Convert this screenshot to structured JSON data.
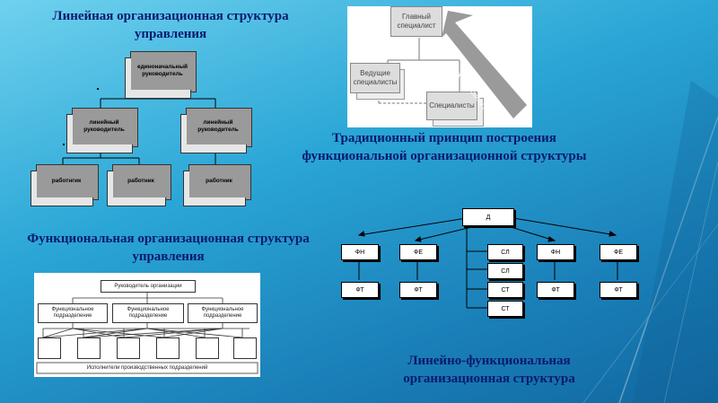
{
  "titles": {
    "linear": "Линейная организационная структура управления",
    "traditional": "Традиционный принцип построения функциональной организационной структуры",
    "functional": "Функциональная организационная структура управления",
    "linear_functional": "Линейно-функциональная организационная структура"
  },
  "linear": {
    "top": "единоначальный руководитель",
    "middle": [
      "линейный руководитель",
      "линейный руководитель"
    ],
    "bottom": [
      "работнгик",
      "работник",
      "работник"
    ]
  },
  "traditional": {
    "main": "Главный специалист",
    "lead": "Ведущие специалисты",
    "spec": "Специалисты",
    "arrow": "Движение снизу вверх"
  },
  "functional": {
    "head": "Руководитель организации",
    "units": [
      "Функциональное подразделение",
      "Функциональное подразделение",
      "Функциональное подразделение"
    ],
    "footer": "Исполнители производственных подразделений"
  },
  "linear_functional": {
    "top": "Д",
    "row1": [
      "ФН",
      "ФЕ",
      "ФН",
      "ФЕ"
    ],
    "row2": [
      "ФТ",
      "ФТ",
      "ФТ",
      "ФТ"
    ],
    "column": [
      "СЛ",
      "СЛ",
      "СТ",
      "СТ"
    ]
  }
}
